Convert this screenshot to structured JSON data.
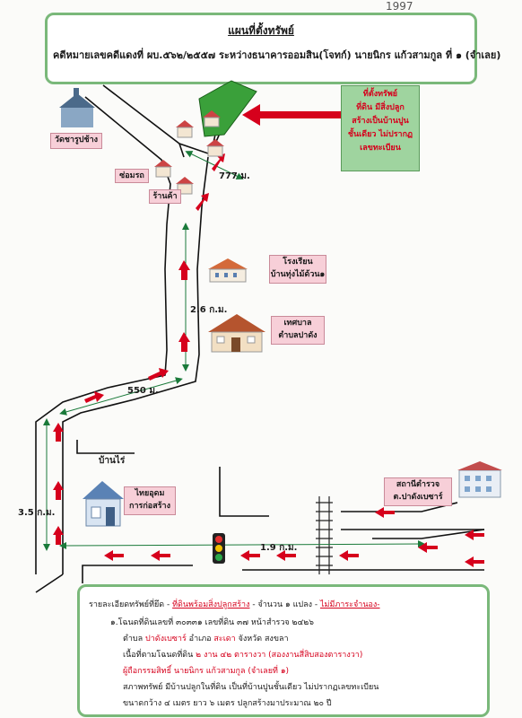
{
  "corner_number": "1997",
  "header": {
    "title": "แผนที่ตั้งทรัพย์",
    "case_line": "คดีหมายเลขคดีแดงที่ ผบ.๕๖๒/๒๕๕๗ ระหว่างธนาคารออมสิน(โจทก์) นายนิกร แก้วสามกูล ที่ ๑ (จำเลย)"
  },
  "property_callout": [
    "ที่ตั้งทรัพย์",
    "ที่ดิน มีสิ่งปลูก",
    "สร้างเป็นบ้านปูน",
    "ชั้นเดียว ไม่ปรากฏ",
    "เลขทะเบียน"
  ],
  "places": {
    "temple": "วัดชารูปช้าง",
    "repair": "ซ่อมรถ",
    "shop": "ร้านค้า",
    "school": [
      "โรงเรียน",
      "บ้านทุ่งไม้ด้วน๑"
    ],
    "municipality": [
      "เทศบาล",
      "ตำบลปาดัง"
    ],
    "construction": [
      "ไทยอุดม",
      "การก่อสร้าง"
    ],
    "police": [
      "สถานีตำรวจ",
      "ต.ปาดังเบซาร์"
    ],
    "village": "บ้านไร่"
  },
  "distances": {
    "d1": "777 ม.",
    "d2": "2.6 ก.ม.",
    "d3": "550 ม.",
    "d4": "3.5 ก.ม.",
    "d5": "1.9 ก.ม."
  },
  "details": {
    "line1_prefix": "รายละเอียดทรัพย์ที่ยึด - ",
    "line1_red": "ที่ดินพร้อมสิ่งปลูกสร้าง",
    "line1_mid": " - จำนวน ๑ แปลง - ",
    "line1_red2": "ไม่มีภาระจำนอง-",
    "line2": "๑.โฉนดที่ดินเลขที่ ๓๐๓๓๑ เลขที่ดิน ๓๗ หน้าสำรวจ ๒๔๒๖",
    "line3_prefix": "ตำบล ",
    "line3_red": "ปาดังเบซาร์",
    "line3_mid": " อำเภอ ",
    "line3_red2": "สะเดา",
    "line3_end": " จังหวัด สงขลา",
    "line4_prefix": "เนื้อที่ตามโฉนดที่ดิน ",
    "line4_red": "๒ งาน ๔๒ ตารางวา (สองงานสี่สิบสองตารางวา)",
    "line5_red": "ผู้ถือกรรมสิทธิ์ นายนิกร แก้วสามกูล (จำเลยที่ ๑)",
    "line6": "สภาพทรัพย์ มีบ้านปลูกในที่ดิน เป็นที่บ้านปูนชั้นเดียว ไม่ปรากฏเลขทะเบียน",
    "line7": "ขนาดกว้าง ๔ เมตร ยาว ๖ เมตร ปลูกสร้างมาประมาณ ๒๐ ปี"
  },
  "colors": {
    "frame_green": "#7ab87a",
    "arrow_red": "#d6001c",
    "pink_box": "#f7cfd8",
    "green_box": "#9fd49f"
  },
  "icons": [
    "house-icon",
    "temple-icon",
    "school-icon",
    "police-station-icon",
    "traffic-light-icon",
    "railway-icon",
    "signature-icon"
  ]
}
